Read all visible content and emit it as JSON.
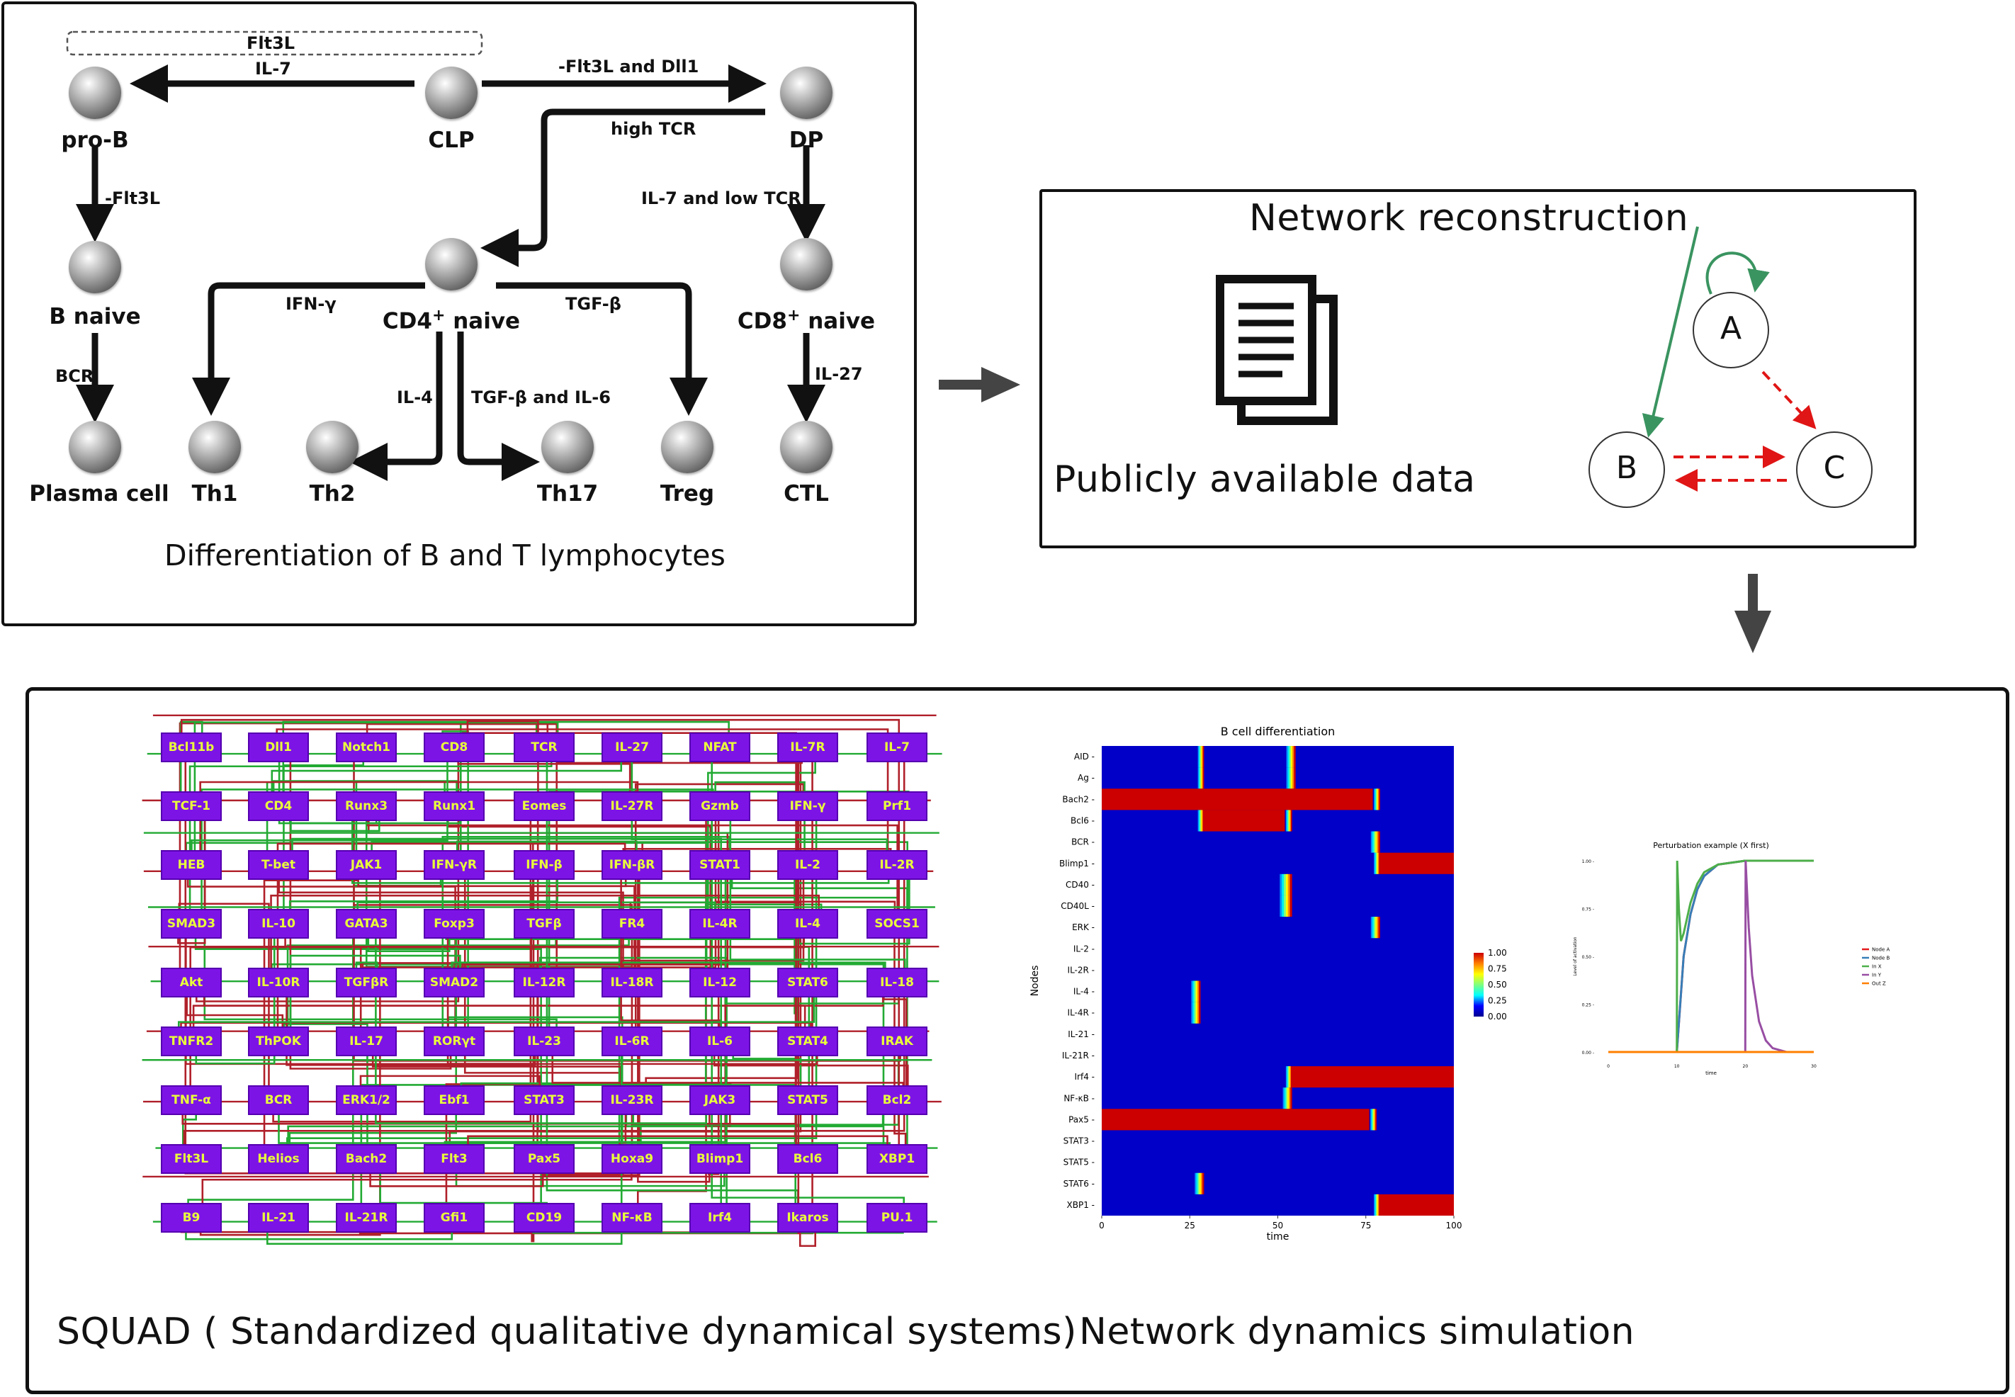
{
  "panel1": {
    "caption": "Differentiation of B and T lymphocytes",
    "flt3l_box": "Flt3L",
    "nodes": {
      "prob": "pro-B",
      "clp": "CLP",
      "dp": "DP",
      "bnaive": "B naive",
      "cd4": "CD4",
      "cd4_suffix": " naive",
      "cd8": "CD8",
      "cd8_suffix": " naive",
      "sup": "+",
      "plasma": "Plasma cell",
      "th1": "Th1",
      "th2": "Th2",
      "th17": "Th17",
      "treg": "Treg",
      "ctl": "CTL"
    },
    "edges": {
      "il7": "IL-7",
      "flt3l_dll1": "-Flt3L and Dll1",
      "high_tcr": "high TCR",
      "minus_flt3l": "-Flt3L",
      "il7_low_tcr": "IL-7 and low TCR",
      "ifng": "IFN-γ",
      "tgfb": "TGF-β",
      "bcr": "BCR",
      "il4": "IL-4",
      "tgfb_il6": "TGF-β and IL-6",
      "il27": "IL-27"
    }
  },
  "panel2": {
    "title": "Network reconstruction",
    "data_label": "Publicly available data",
    "nodes": {
      "a": "A",
      "b": "B",
      "c": "C"
    },
    "colors": {
      "activation": "#3a9460",
      "inhibition": "#e01515"
    }
  },
  "panel3": {
    "left_caption": "SQUAD ( Standardized qualitative dynamical systems)",
    "right_caption": "Network dynamics simulation",
    "squad_nodes": [
      [
        "Bcl11b",
        "Dll1",
        "Notch1",
        "CD8",
        "TCR",
        "IL-27",
        "NFAT",
        "IL-7R",
        "IL-7"
      ],
      [
        "TCF-1",
        "CD4",
        "Runx3",
        "Runx1",
        "Eomes",
        "IL-27R",
        "Gzmb",
        "IFN-γ",
        "Prf1"
      ],
      [
        "HEB",
        "T-bet",
        "JAK1",
        "IFN-γR",
        "IFN-β",
        "IFN-βR",
        "STAT1",
        "IL-2",
        "IL-2R"
      ],
      [
        "SMAD3",
        "IL-10",
        "GATA3",
        "Foxp3",
        "TGFβ",
        "FR4",
        "IL-4R",
        "IL-4",
        "SOCS1"
      ],
      [
        "Akt",
        "IL-10R",
        "TGFβR",
        "SMAD2",
        "IL-12R",
        "IL-18R",
        "IL-12",
        "STAT6",
        "IL-18"
      ],
      [
        "TNFR2",
        "ThPOK",
        "IL-17",
        "RORγt",
        "IL-23",
        "IL-6R",
        "IL-6",
        "STAT4",
        "IRAK"
      ],
      [
        "TNF-α",
        "BCR",
        "ERK1/2",
        "Ebf1",
        "STAT3",
        "IL-23R",
        "JAK3",
        "STAT5",
        "Bcl2"
      ],
      [
        "Flt3L",
        "Helios",
        "Bach2",
        "Flt3",
        "Pax5",
        "Hoxa9",
        "Blimp1",
        "Bcl6",
        "XBP1"
      ],
      [
        "B9",
        "IL-21",
        "IL-21R",
        "Gfi1",
        "CD19",
        "NF-κB",
        "Irf4",
        "Ikaros",
        "PU.1"
      ]
    ],
    "squad_colors": {
      "node_fill": "#7d14e6",
      "node_text": "#eaff3a",
      "activation": "#22aa33",
      "inhibition": "#b0202a"
    }
  },
  "chart_data": [
    {
      "type": "heatmap",
      "title": "B cell differentiation",
      "xlabel": "time",
      "ylabel": "Nodes",
      "xlim": [
        0,
        100
      ],
      "xticks": [
        "0",
        "25",
        "50",
        "75",
        "100"
      ],
      "rows": [
        "AID",
        "Ag",
        "Bach2",
        "Bcl6",
        "BCR",
        "Blimp1",
        "CD40",
        "CD40L",
        "ERK",
        "IL-2",
        "IL-2R",
        "IL-4",
        "IL-4R",
        "IL-21",
        "IL-21R",
        "Irf4",
        "NF-κB",
        "Pax5",
        "STAT3",
        "STAT5",
        "STAT6",
        "XBP1"
      ],
      "colorbar": {
        "ticks": [
          "1.00",
          "0.75",
          "0.50",
          "0.25",
          "0.00"
        ],
        "range": [
          0,
          1
        ],
        "colormap": "jet"
      },
      "active_intervals": {
        "AID": [
          [
            27,
            29
          ],
          [
            52,
            55
          ]
        ],
        "Ag": [
          [
            27,
            29
          ],
          [
            52,
            55
          ]
        ],
        "Bach2": [
          [
            0,
            77
          ],
          [
            77,
            79
          ]
        ],
        "Bcl6": [
          [
            27,
            29
          ],
          [
            29,
            52
          ],
          [
            52,
            54
          ]
        ],
        "BCR": [
          [
            76,
            79
          ]
        ],
        "Blimp1": [
          [
            77,
            79
          ],
          [
            79,
            100
          ]
        ],
        "CD40": [
          [
            50,
            54
          ]
        ],
        "CD40L": [
          [
            50,
            54
          ]
        ],
        "ERK": [
          [
            76,
            79
          ]
        ],
        "IL-4": [
          [
            25,
            28
          ]
        ],
        "IL-4R": [
          [
            25,
            28
          ]
        ],
        "Irf4": [
          [
            52,
            54
          ],
          [
            54,
            100
          ]
        ],
        "NF-κB": [
          [
            51,
            54
          ]
        ],
        "Pax5": [
          [
            0,
            76
          ],
          [
            76,
            78
          ]
        ],
        "STAT6": [
          [
            26,
            29
          ]
        ],
        "XBP1": [
          [
            77,
            79
          ],
          [
            79,
            100
          ]
        ]
      }
    },
    {
      "type": "line",
      "title": "Perturbation example (X first)",
      "xlabel": "time",
      "ylabel": "Level of activation",
      "xlim": [
        0,
        30
      ],
      "ylim": [
        0,
        1
      ],
      "xticks": [
        "0",
        "10",
        "20",
        "30"
      ],
      "yticks": [
        "0.00",
        "0.25",
        "0.50",
        "0.75",
        "1.00"
      ],
      "legend_position": "right",
      "series": [
        {
          "name": "Node A",
          "color": "#e41a1c",
          "x": [
            0,
            10,
            10.5,
            11,
            12,
            13,
            14,
            16,
            20,
            25,
            30
          ],
          "y": [
            0,
            0,
            0.25,
            0.5,
            0.72,
            0.85,
            0.92,
            0.98,
            1.0,
            1.0,
            1.0
          ]
        },
        {
          "name": "Node B",
          "color": "#377eb8",
          "x": [
            0,
            10,
            10.5,
            11,
            12,
            13,
            14,
            16,
            20,
            25,
            30
          ],
          "y": [
            0,
            0,
            0.25,
            0.5,
            0.72,
            0.85,
            0.92,
            0.98,
            1.0,
            1.0,
            1.0
          ]
        },
        {
          "name": "In X",
          "color": "#4daf4a",
          "x": [
            0,
            10,
            10.05,
            10.3,
            10.6,
            11,
            12,
            13,
            14,
            16,
            20,
            25,
            30
          ],
          "y": [
            0,
            0,
            1.0,
            0.75,
            0.58,
            0.62,
            0.78,
            0.88,
            0.94,
            0.98,
            1.0,
            1.0,
            1.0
          ]
        },
        {
          "name": "In Y",
          "color": "#984ea3",
          "x": [
            0,
            20,
            20.05,
            20.5,
            21,
            22,
            23,
            24,
            26,
            30
          ],
          "y": [
            0,
            0,
            1.0,
            0.65,
            0.4,
            0.16,
            0.06,
            0.02,
            0.0,
            0.0
          ]
        },
        {
          "name": "Out Z",
          "color": "#ff7f00",
          "x": [
            0,
            30
          ],
          "y": [
            0,
            0
          ]
        }
      ]
    }
  ]
}
